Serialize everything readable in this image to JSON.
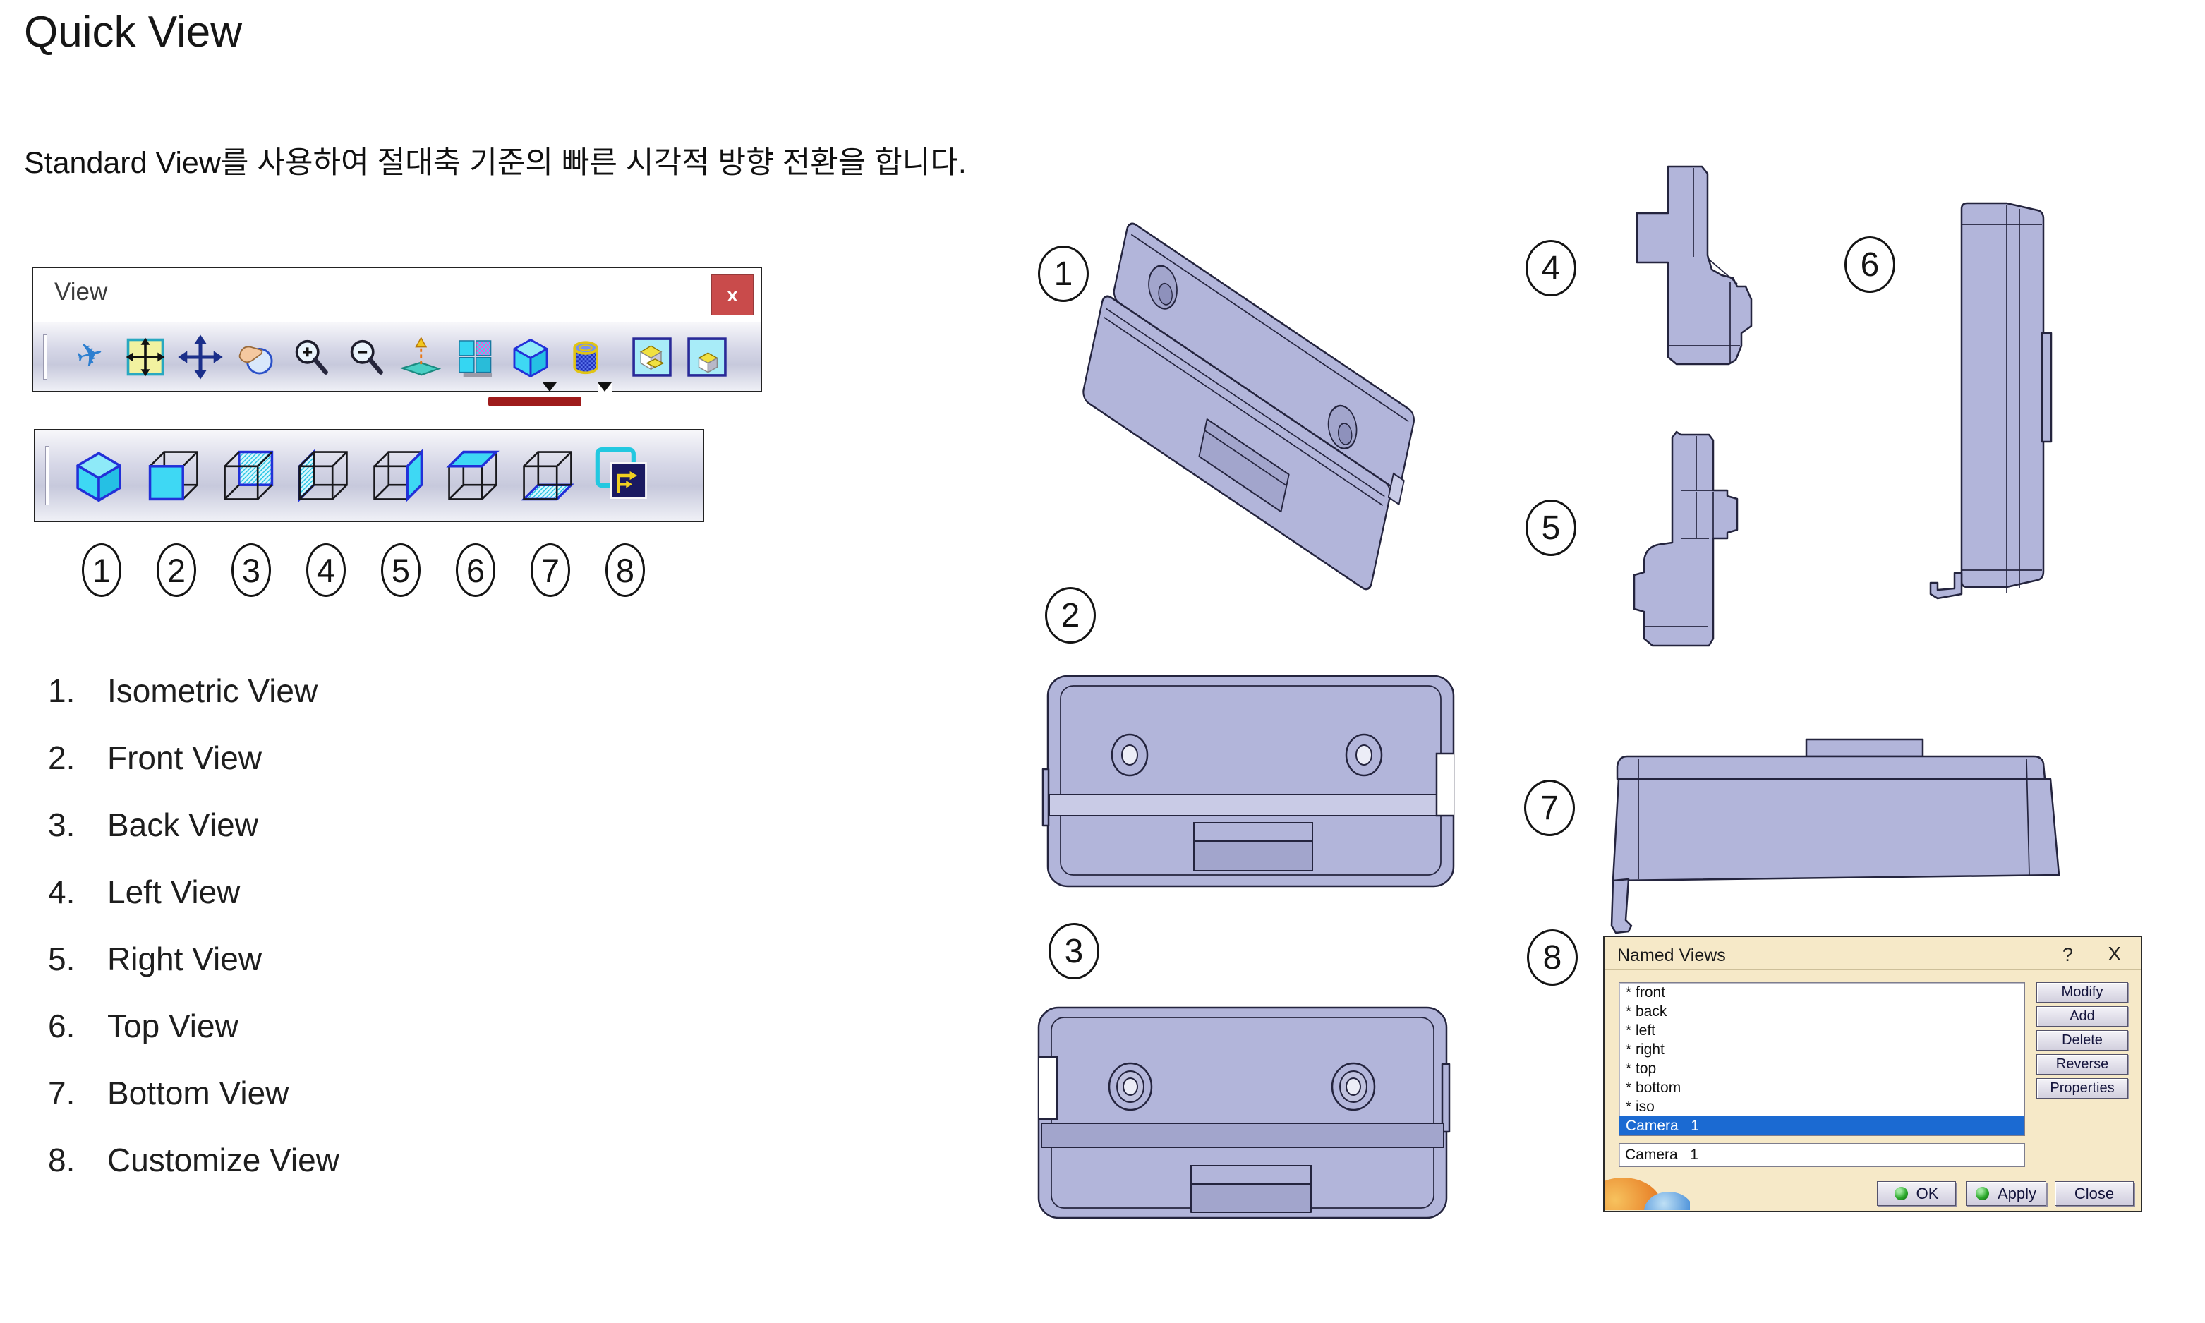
{
  "page": {
    "title": "Quick View",
    "subtitle": "Standard View를 사용하여 절대축 기준의 빠른 시각적 방향 전환을 합니다."
  },
  "view_toolbar": {
    "title": "View",
    "close_glyph": "x",
    "icons": [
      "fly-mode",
      "fit-all-in",
      "pan",
      "rotate",
      "zoom-in",
      "zoom-out",
      "normal-view",
      "multi-view",
      "isometric-view",
      "named-views",
      "render-style",
      "shading-with-edges"
    ]
  },
  "quick_view_toolbar": {
    "icons": [
      "isometric-view",
      "front-view",
      "back-view",
      "left-view",
      "right-view",
      "top-view",
      "bottom-view",
      "customize-view"
    ]
  },
  "toolbar_callouts": [
    "1",
    "2",
    "3",
    "4",
    "5",
    "6",
    "7",
    "8"
  ],
  "figure_callouts": [
    "1",
    "2",
    "3",
    "4",
    "5",
    "6",
    "7",
    "8"
  ],
  "legend": [
    {
      "num": "1.",
      "label": "Isometric View"
    },
    {
      "num": "2.",
      "label": "Front View"
    },
    {
      "num": "3.",
      "label": "Back View"
    },
    {
      "num": "4.",
      "label": "Left View"
    },
    {
      "num": "5.",
      "label": "Right View"
    },
    {
      "num": "6.",
      "label": "Top View"
    },
    {
      "num": "7.",
      "label": "Bottom View"
    },
    {
      "num": "8.",
      "label": "Customize View"
    }
  ],
  "named_views": {
    "title": "Named Views",
    "help_glyph": "?",
    "close_glyph": "X",
    "items": [
      "* front",
      "* back",
      "* left",
      "* right",
      "* top",
      "* bottom",
      "* iso"
    ],
    "selected": "Camera   1",
    "field_value": "Camera   1",
    "buttons": {
      "modify": "Modify",
      "add": "Add",
      "delete": "Delete",
      "reverse": "Reverse",
      "properties": "Properties",
      "ok": "OK",
      "apply": "Apply",
      "close": "Close"
    }
  },
  "colors": {
    "underline": "#9E1B1B",
    "selection_blue": "#1B6AD2",
    "part_lavender": "#B2B5DA",
    "dialog_beige": "#F6E9C8"
  }
}
